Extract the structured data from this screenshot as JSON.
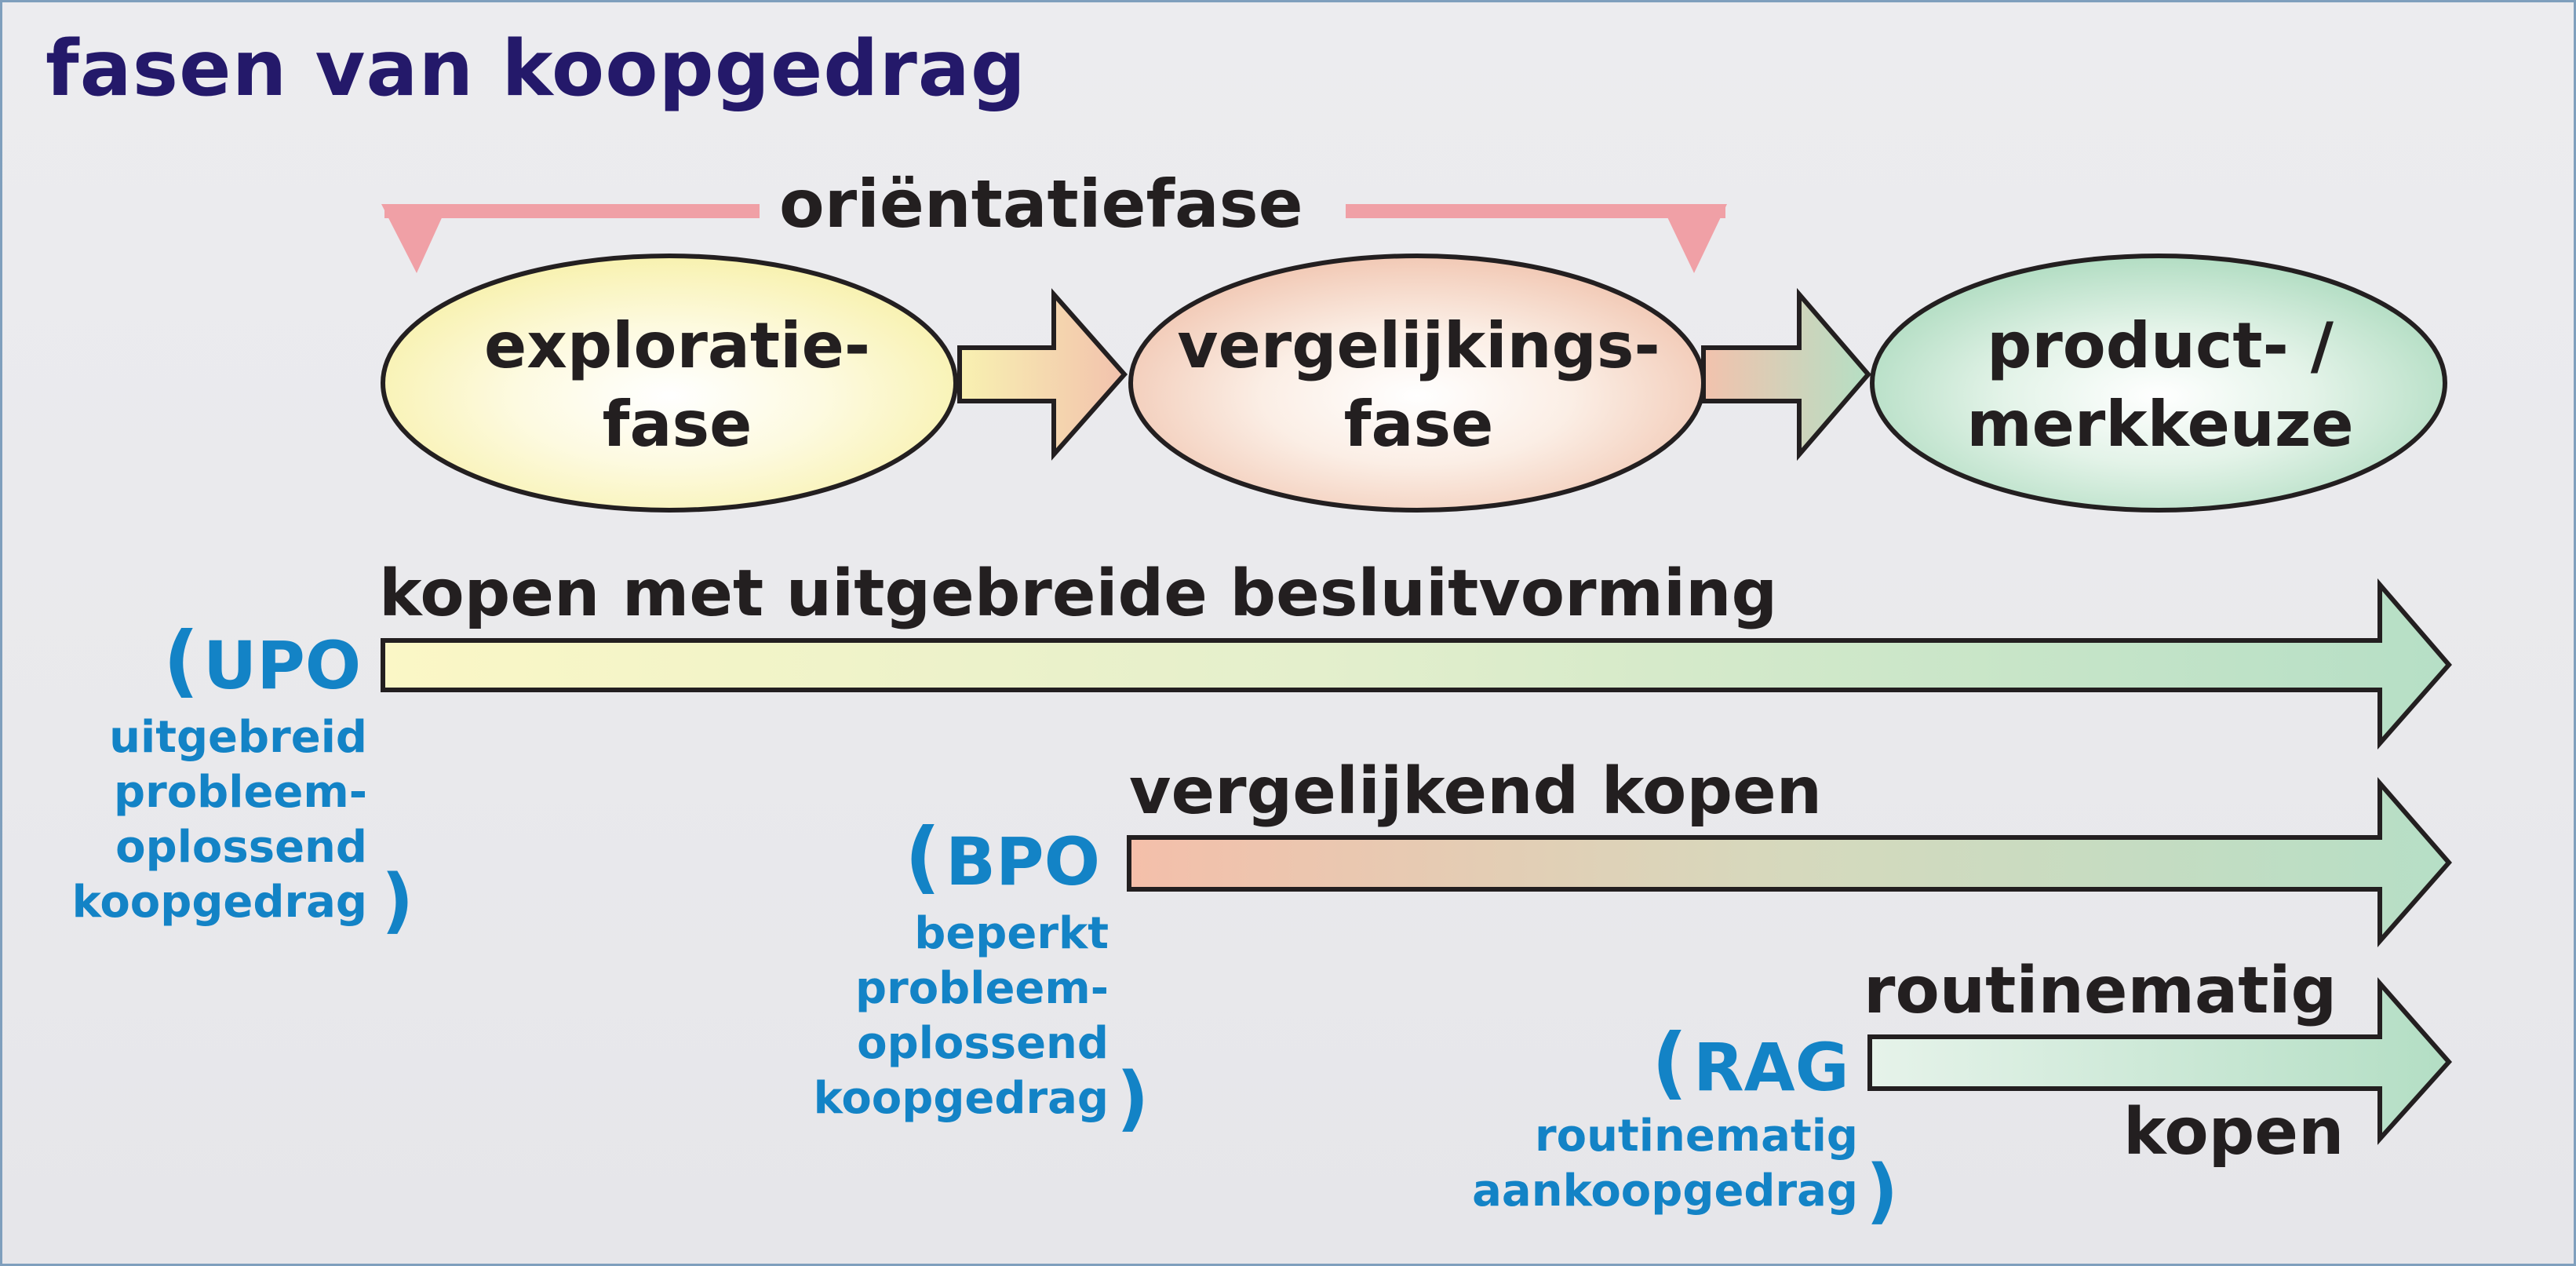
{
  "title": "fasen van koopgedrag",
  "colors": {
    "title": "#24196a",
    "text": "#231f20",
    "abbreviation": "#1383c6",
    "bracket": "#f0a0a6",
    "exploration": "#fbf6b8",
    "comparison": "#f3c8b5",
    "choice": "#b7e0c6"
  },
  "orientation": {
    "label": "oriëntatiefase"
  },
  "phases": [
    {
      "line1": "exploratie-",
      "line2": "fase"
    },
    {
      "line1": "vergelijkings-",
      "line2": "fase"
    },
    {
      "line1": "product- /",
      "line2": "merkkeuze"
    }
  ],
  "buying_types": [
    {
      "label": "kopen met uitgebreide besluitvorming",
      "abbreviation": "UPO",
      "description": [
        "uitgebreid",
        "probleem-",
        "oplossend",
        "koopgedrag"
      ]
    },
    {
      "label": "vergelijkend kopen",
      "abbreviation": "BPO",
      "description": [
        "beperkt",
        "probleem-",
        "oplossend",
        "koopgedrag"
      ]
    },
    {
      "label_top": "routinematig",
      "label_bottom": "kopen",
      "abbreviation": "RAG",
      "description": [
        "routinematig",
        "aankoopgedrag"
      ]
    }
  ]
}
